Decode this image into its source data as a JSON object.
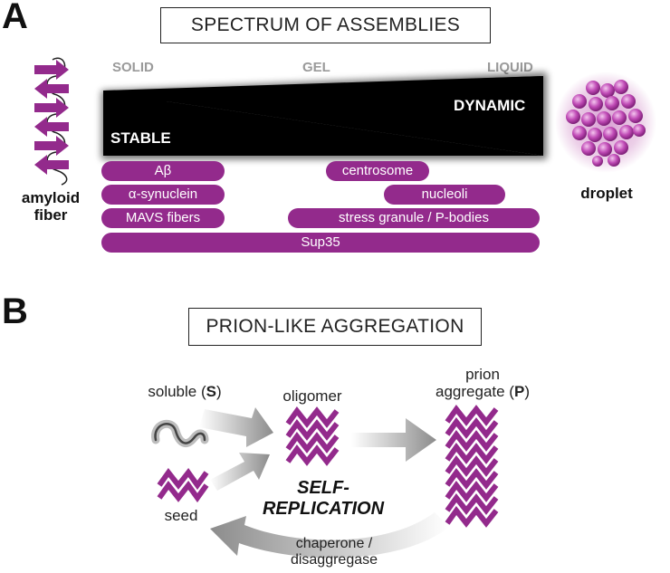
{
  "panel_a": {
    "letter": "A",
    "title": "SPECTRUM OF ASSEMBLIES",
    "scale": {
      "left": "SOLID",
      "middle": "GEL",
      "right": "LIQUID"
    },
    "wedge": {
      "left_label": "STABLE",
      "right_label": "DYNAMIC"
    },
    "left_icon_label": [
      "amyloid",
      "fiber"
    ],
    "right_icon_label": "droplet",
    "assemblies": [
      "Aβ",
      "α-synuclein",
      "MAVS fibers",
      "centrosome",
      "nucleoli",
      "stress granule / P-bodies",
      "Sup35"
    ],
    "colors": {
      "accent": "#932a8c",
      "wedge": "#000000",
      "scale_text": "#9a9a9a"
    }
  },
  "panel_b": {
    "letter": "B",
    "title": "PRION-LIKE AGGREGATION",
    "soluble": {
      "text": "soluble (",
      "bold": "S",
      "end": ")"
    },
    "oligomer": "oligomer",
    "prion": {
      "line1": "prion",
      "line2": "aggregate (",
      "bold": "P",
      "end": ")"
    },
    "seed": "seed",
    "self_replication": [
      "SELF-",
      "REPLICATION"
    ],
    "chaperone": [
      "chaperone /",
      "disaggregase"
    ]
  }
}
